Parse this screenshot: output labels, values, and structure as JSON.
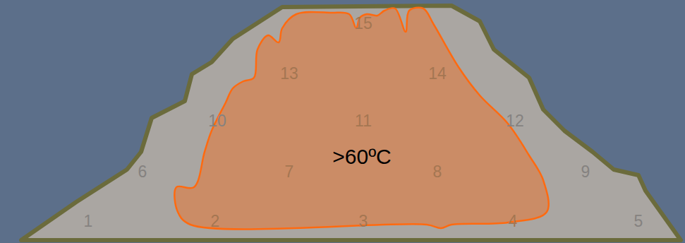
{
  "diagram": {
    "nodes": [
      {
        "text": [
          ">60ºC"
        ]
      }
    ],
    "labels": [
      "1",
      "2",
      "3",
      "4",
      "5",
      "6",
      "7",
      "8",
      "9",
      "10",
      "11",
      "12",
      "13",
      "14",
      "15"
    ]
  }
}
